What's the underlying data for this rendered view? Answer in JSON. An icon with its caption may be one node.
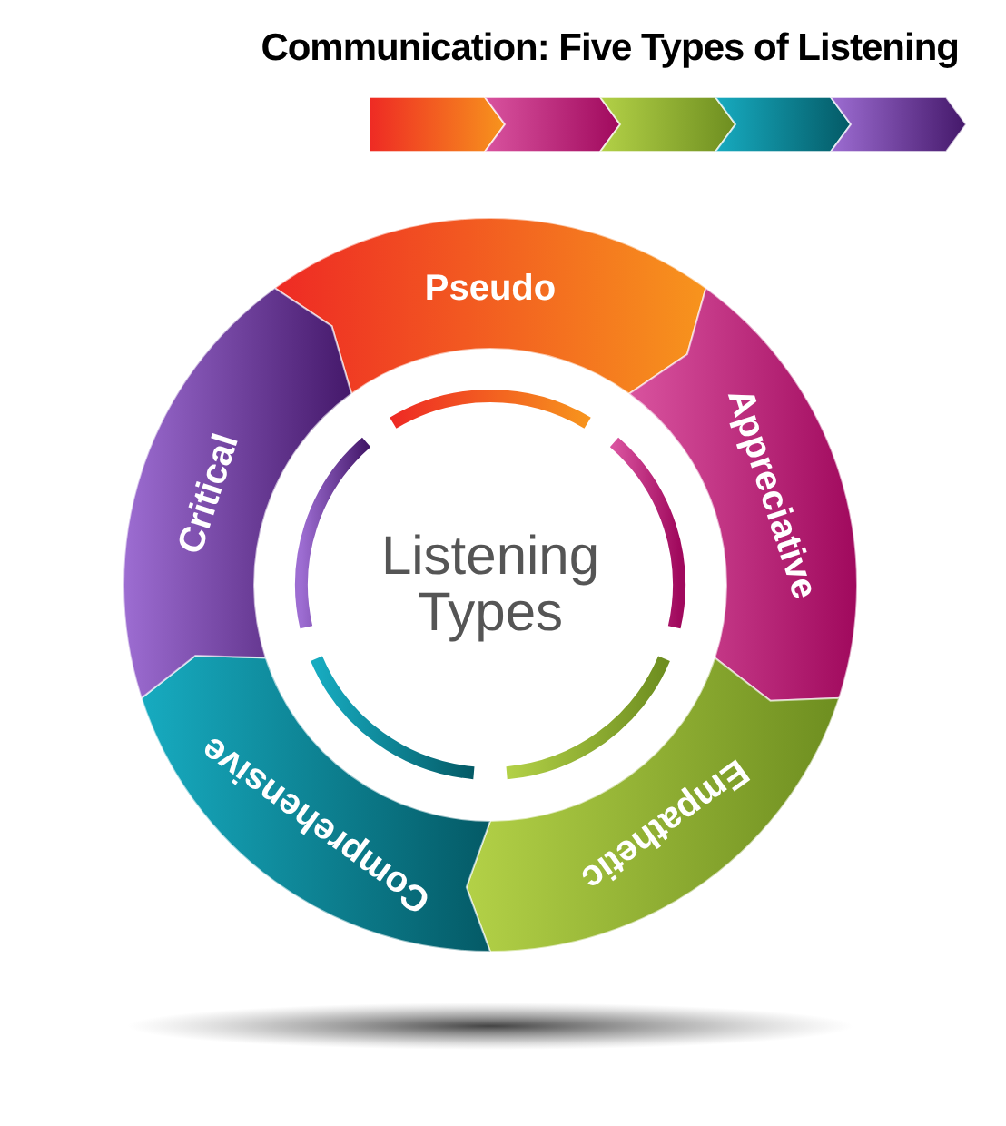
{
  "diagram": {
    "title": "Communication: Five Types of Listening",
    "nodes": [
      {
        "text": [
          "Pseudo"
        ]
      },
      {
        "text": [
          "Appreciative"
        ]
      },
      {
        "text": [
          "Empathetic"
        ]
      },
      {
        "text": [
          "Comprehensive"
        ]
      },
      {
        "text": [
          "Critical"
        ]
      },
      {
        "text": [
          "Listening Types"
        ]
      }
    ]
  }
}
